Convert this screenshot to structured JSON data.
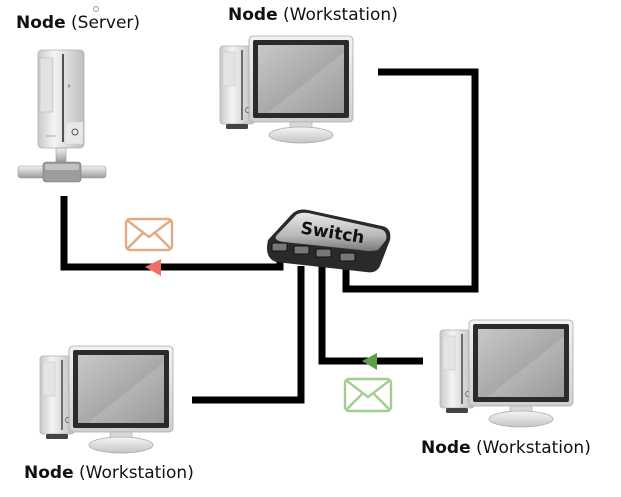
{
  "diagram": {
    "type": "network-topology",
    "topology": "star",
    "nodes": [
      {
        "id": "server",
        "kind": "Node",
        "role": "(Server)"
      },
      {
        "id": "ws-top",
        "kind": "Node",
        "role": "(Workstation)"
      },
      {
        "id": "ws-bottom-left",
        "kind": "Node",
        "role": "(Workstation)"
      },
      {
        "id": "ws-bottom-right",
        "kind": "Node",
        "role": "(Workstation)"
      }
    ],
    "switch": {
      "label": "Switch"
    },
    "links": [
      {
        "from": "switch",
        "to": "server",
        "message": true,
        "message_direction": "to-server",
        "color": "#f07068",
        "envelope_color": "#e8b898"
      },
      {
        "from": "switch",
        "to": "ws-top",
        "message": false
      },
      {
        "from": "switch",
        "to": "ws-bottom-left",
        "message": false
      },
      {
        "from": "ws-bottom-right",
        "to": "switch",
        "message": true,
        "message_direction": "to-switch",
        "color": "#5aa048",
        "envelope_color": "#a8cc98"
      }
    ]
  }
}
